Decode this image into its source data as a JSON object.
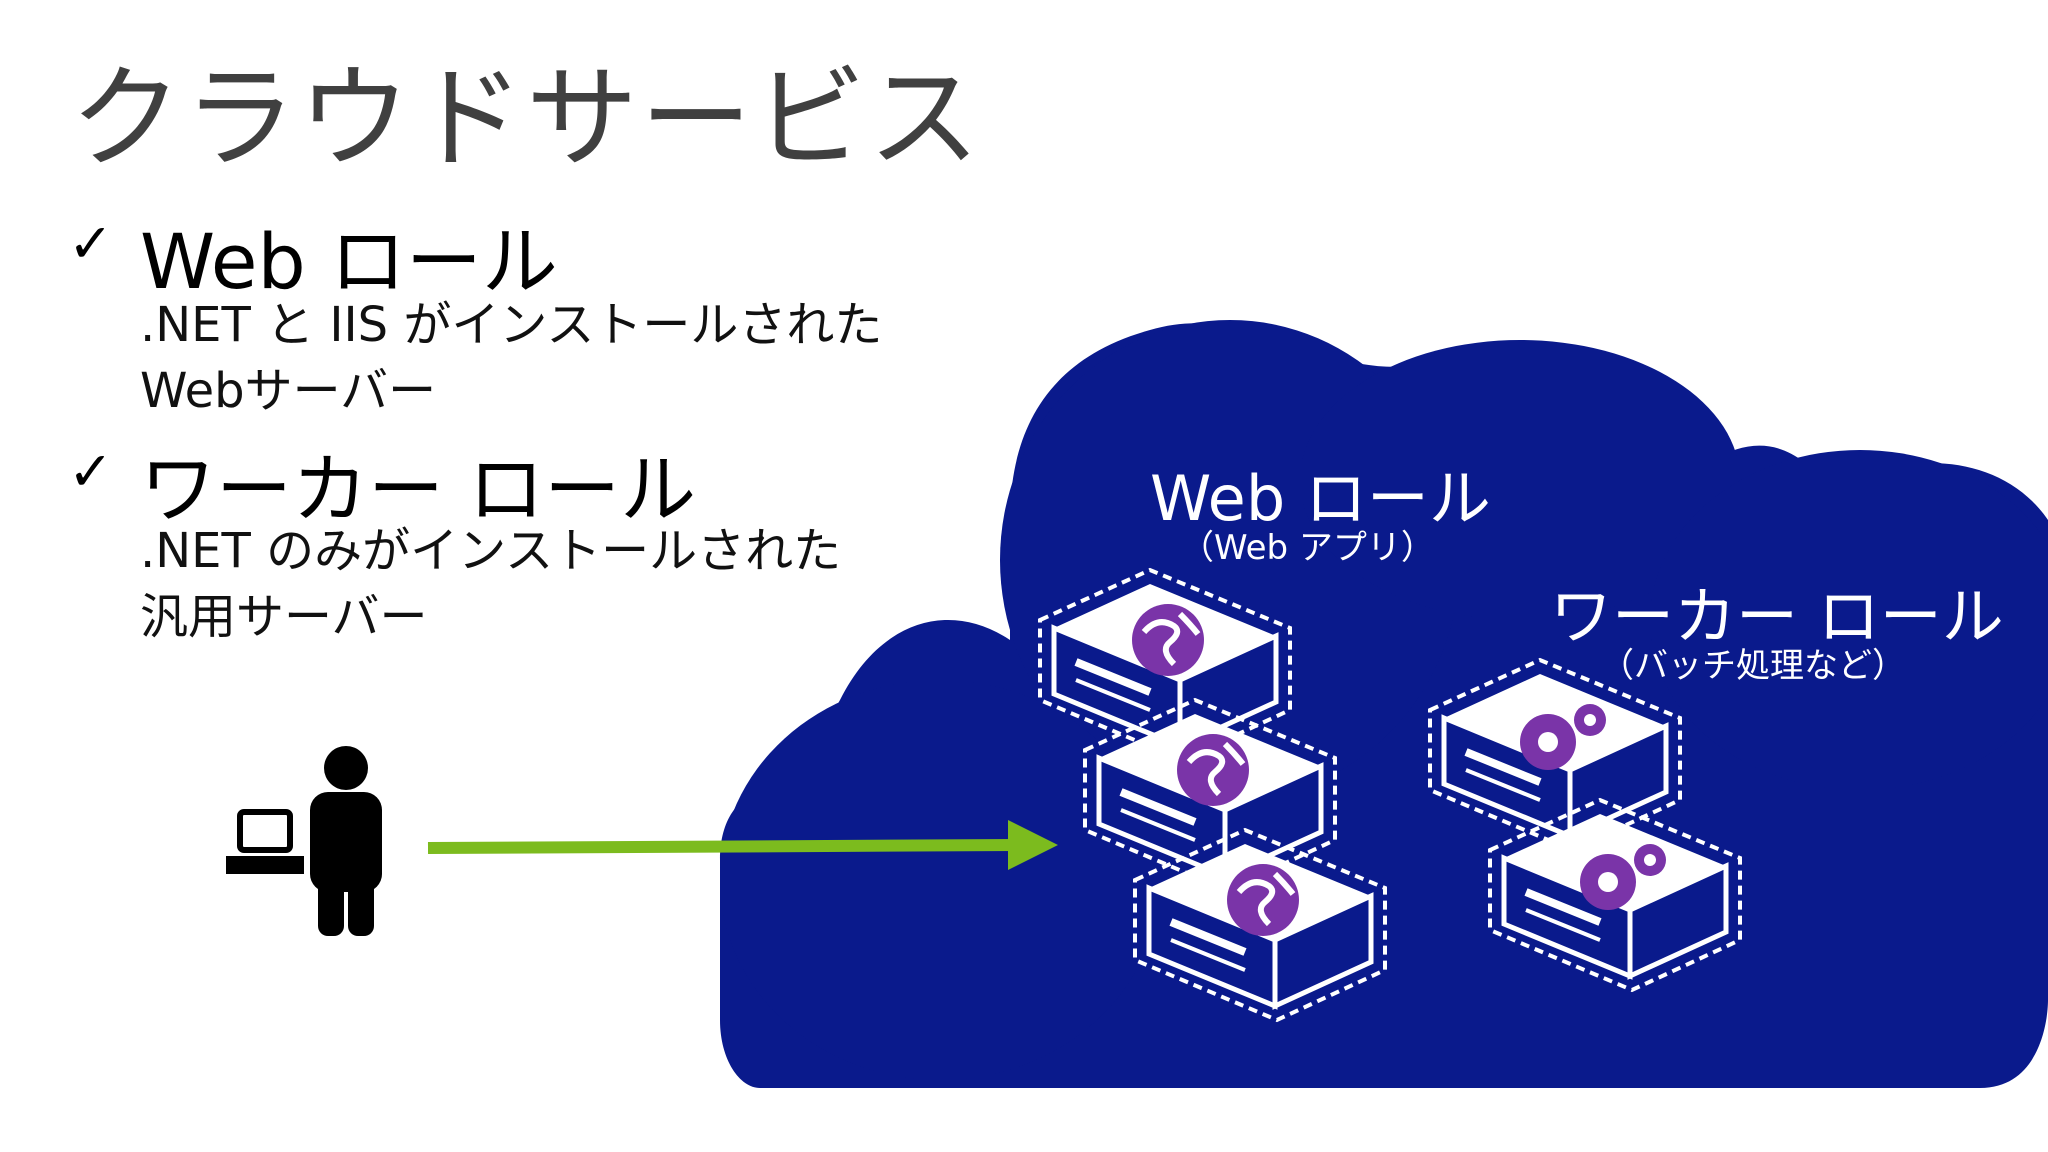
{
  "slide": {
    "title": "クラウドサービス",
    "bullets": [
      {
        "icon": "checkmark-icon",
        "heading": "Web ロール",
        "lines": [
          ".NET と IIS がインストールされた",
          "Webサーバー"
        ]
      },
      {
        "icon": "checkmark-icon",
        "heading": "ワーカー ロール",
        "lines": [
          ".NET のみがインストールされた",
          "汎用サーバー"
        ]
      }
    ],
    "cloud": {
      "web_role": {
        "title": "Web ロール",
        "subtitle": "（Web アプリ）",
        "icon": "globe-icon"
      },
      "worker_role": {
        "title": "ワーカー ロール",
        "subtitle": "（バッチ処理など）",
        "icon": "gears-icon"
      }
    },
    "colors": {
      "cloud": "#0a1a8c",
      "arrow": "#7cbb1e",
      "icon_purple": "#7a34a8"
    }
  }
}
